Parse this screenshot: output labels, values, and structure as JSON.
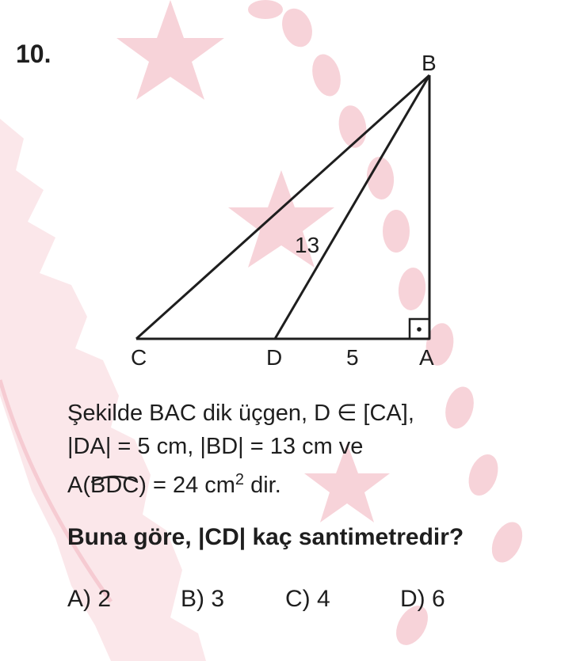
{
  "question_number": "10.",
  "figure": {
    "vertices": {
      "B": "B",
      "C": "C",
      "D": "D",
      "A": "A"
    },
    "segment_labels": {
      "BD": "13",
      "DA": "5"
    }
  },
  "stem": {
    "line1": "Şekilde BAC dik üçgen, D ∈ [CA],",
    "line2": "|DA| = 5 cm, |BD| = 13 cm ve",
    "line3_prefix": "A(",
    "line3_angle": "BDC",
    "line3_middle": ") = 24 cm",
    "line3_exponent": "2",
    "line3_suffix": " dir."
  },
  "question": "Buna göre, |CD| kaç santimetredir?",
  "choices": [
    {
      "label": "A) 2"
    },
    {
      "label": "B) 3"
    },
    {
      "label": "C) 4"
    },
    {
      "label": "D) 6"
    }
  ],
  "colors": {
    "text": "#1e1e1e",
    "watermark": "#f2b8c1"
  }
}
